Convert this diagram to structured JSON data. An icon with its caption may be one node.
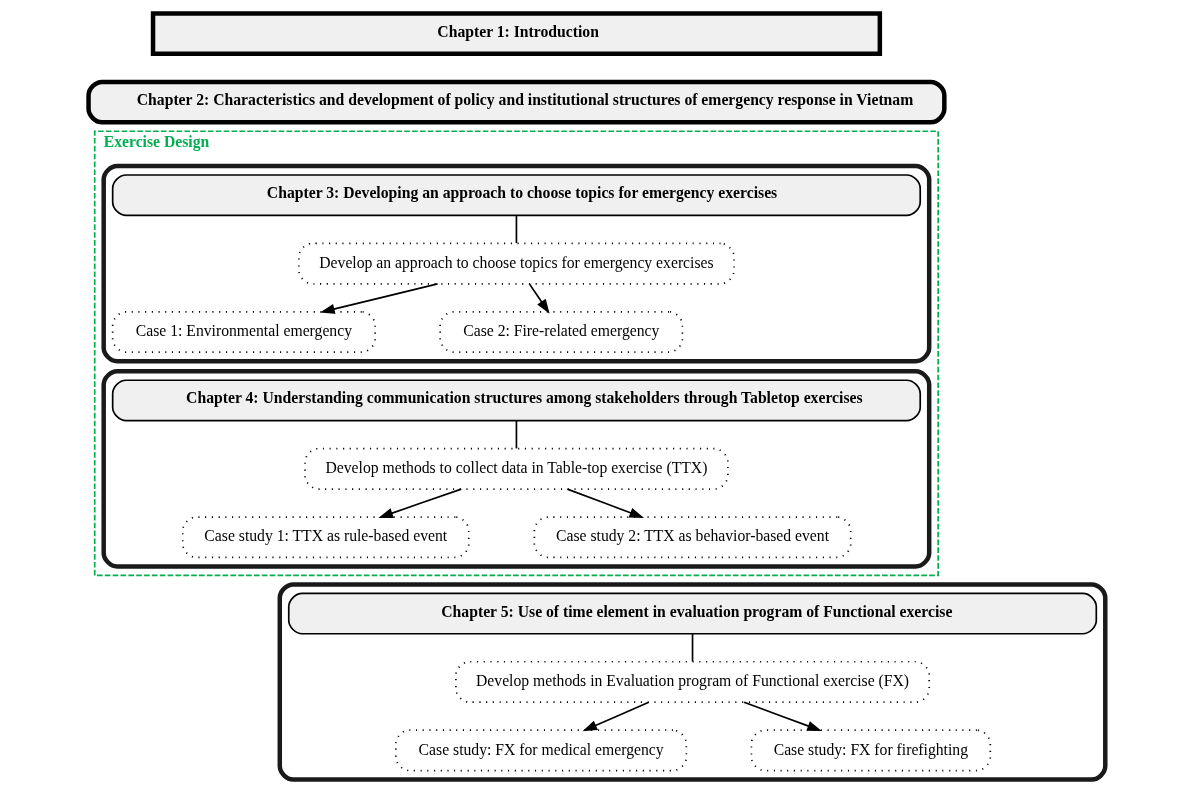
{
  "diagram": {
    "nodes": [
      {
        "text": [
          "Chapter 1: Introduction"
        ]
      },
      {
        "text": [
          "Chapter 2: Characteristics and development of policy and institutional structures of emergency response in Vietnam"
        ]
      },
      {
        "text": [
          "Exercise Design"
        ]
      },
      {
        "text": [],
        "shape": "box",
        "in": 2
      },
      {
        "text": [
          "Chapter 3: Developing an approach to choose topics for emergency exercises"
        ],
        "in": 3
      },
      {
        "text": [
          "Develop an approach to choose topics for emergency exercises"
        ],
        "in": 3
      },
      {
        "text": [
          "Case 1: Environmental emergency"
        ],
        "in": 3
      },
      {
        "text": [
          "Case 2: Fire-related emergency"
        ],
        "in": 3
      },
      {
        "text": [],
        "shape": "box",
        "in": 2
      },
      {
        "text": [
          "Chapter 4: Understanding communication structures among stakeholders through Tabletop exercises"
        ],
        "in": 8
      },
      {
        "text": [
          "Develop methods to collect data in Table-top exercise (TTX)"
        ],
        "in": 8
      },
      {
        "text": [
          "Case study 1: TTX as rule-based event"
        ],
        "in": 8
      },
      {
        "text": [
          "Case study 2: TTX as behavior-based event"
        ],
        "in": 8
      },
      {
        "text": [],
        "shape": "box"
      },
      {
        "text": [
          "Chapter 5: Use of time element in evaluation program of Functional exercise"
        ],
        "in": 13
      },
      {
        "text": [
          "Develop methods in Evaluation program of Functional exercise (FX)"
        ],
        "in": 13
      },
      {
        "text": [
          "Case study: FX for medical emergency"
        ],
        "in": 13
      },
      {
        "text": [
          "Case study: FX for firefighting"
        ],
        "in": 13
      }
    ],
    "edges": [
      {
        "from": 4,
        "to": 5,
        "arrow": "none"
      },
      {
        "from": 5,
        "to": 6,
        "arrow": "to"
      },
      {
        "from": 5,
        "to": 7,
        "arrow": "to"
      },
      {
        "from": 9,
        "to": 10,
        "arrow": "none"
      },
      {
        "from": 10,
        "to": 11,
        "arrow": "to"
      },
      {
        "from": 10,
        "to": 12,
        "arrow": "to"
      },
      {
        "from": 14,
        "to": 15,
        "arrow": "none"
      },
      {
        "from": 15,
        "to": 16,
        "arrow": "to"
      },
      {
        "from": 15,
        "to": 17,
        "arrow": "to"
      }
    ]
  }
}
